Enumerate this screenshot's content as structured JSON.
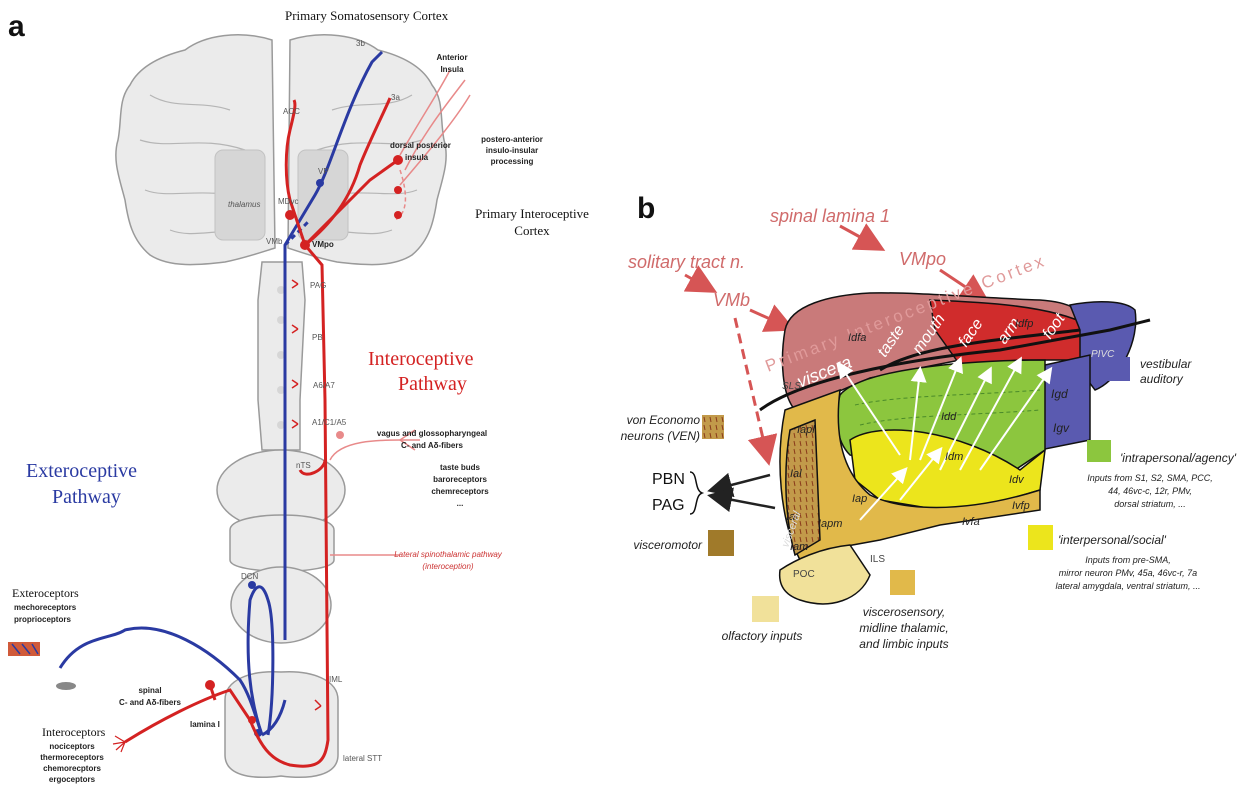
{
  "panel_a": {
    "letter": "a",
    "top_title": "Primary Somatosensory Cortex",
    "anterior_insula": [
      "Anterior",
      "Insula"
    ],
    "postero_anterior": [
      "postero-anterior",
      "insulo-insular",
      "processing"
    ],
    "dorsal_posterior": [
      "dorsal posterior",
      "insula"
    ],
    "primary_interoceptive": [
      "Primary Interoceptive",
      "Cortex"
    ],
    "labels": {
      "b3b": "3b",
      "a3a": "3a",
      "acc": "ACC",
      "vp": "VP",
      "thalamus": "thalamus",
      "mdvc": "MDvc",
      "vmb": "VMb",
      "vmpo": "VMpo",
      "pag": "PAG",
      "pb": "PB",
      "a6a7": "A6/A7",
      "a1c1a5": "A1/C1/A5",
      "nts": "nTS",
      "dcn": "DCN",
      "iml": "IML",
      "lamina": "lamina I",
      "lateral_stt": "lateral STT"
    },
    "interoceptive_pathway": [
      "Interoceptive",
      "Pathway"
    ],
    "exteroceptive_pathway": [
      "Exteroceptive",
      "Pathway"
    ],
    "vagus": [
      "vagus and glossopharyngeal",
      "C- and Aδ-fibers"
    ],
    "taste": [
      "taste buds",
      "baroreceptors",
      "chemreceptors",
      "..."
    ],
    "lateral_spino": [
      "Lateral spinothalamic pathway",
      "(interoception)"
    ],
    "exteroceptors": {
      "title": "Exteroceptors",
      "items": [
        "mechoreceptors",
        "proprioceptors"
      ]
    },
    "spinal": [
      "spinal",
      "C- and Aδ-fibers"
    ],
    "interoceptors": {
      "title": "Interoceptors",
      "items": [
        "nociceptors",
        "thermoreceptors",
        "chemorecptors",
        "ergoceptors"
      ]
    }
  },
  "panel_b": {
    "letter": "b",
    "spinal_lamina": "spinal lamina 1",
    "vmpo": "VMpo",
    "solitary": "solitary tract n.",
    "vmb": "VMb",
    "arc_title": "Primary Interoceptive Cortex",
    "region_white": [
      "viscera",
      "taste",
      "mouth",
      "face",
      "arm",
      "foot"
    ],
    "region_labels": {
      "idfa": "Idfa",
      "idfp": "Idfp",
      "pivc": "PIVC",
      "sls": "SLS",
      "igd": "Igd",
      "igv": "Igv",
      "idd": "Idd",
      "idm": "Idm",
      "idv": "Idv",
      "iapl": "Iapl",
      "ial": "Ial",
      "iai": "Iai",
      "iap": "Iap",
      "iapm": "Iapm",
      "iam": "Iam",
      "ivfp": "Ivfp",
      "ivfa": "Ivfa",
      "ils": "ILS",
      "poc": "POC",
      "visceral": "visceral"
    },
    "pbn": "PBN",
    "pag": "PAG",
    "legend": {
      "vestibular": [
        "vestibular",
        "auditory"
      ],
      "von_economo": [
        "von Economo",
        "neurons (VEN)"
      ],
      "intrapersonal": "'intrapersonal/agency'",
      "intrapersonal_inputs": [
        "Inputs from S1, S2, SMA, PCC,",
        "44, 46vc-c, 12r, PMv,",
        "dorsal striatum, ..."
      ],
      "visceromotor": "visceromotor",
      "interpersonal": "'interpersonal/social'",
      "interpersonal_inputs": [
        "Inputs from pre-SMA,",
        "mirror neuron PMv, 45a, 46vc-r, 7a",
        "lateral amygdala, ventral striatum, ..."
      ],
      "olfactory": "olfactory inputs",
      "viscerosensory": [
        "viscerosensory,",
        "midline thalamic,",
        "and limbic inputs"
      ]
    },
    "colors": {
      "rose": "#c97a7a",
      "red": "#d02c2c",
      "blue": "#5a5ab0",
      "green": "#8cc63e",
      "yellow": "#ece51c",
      "gold": "#e1b94a",
      "brown": "#a07a2a",
      "pale": "#f1e19a"
    }
  }
}
